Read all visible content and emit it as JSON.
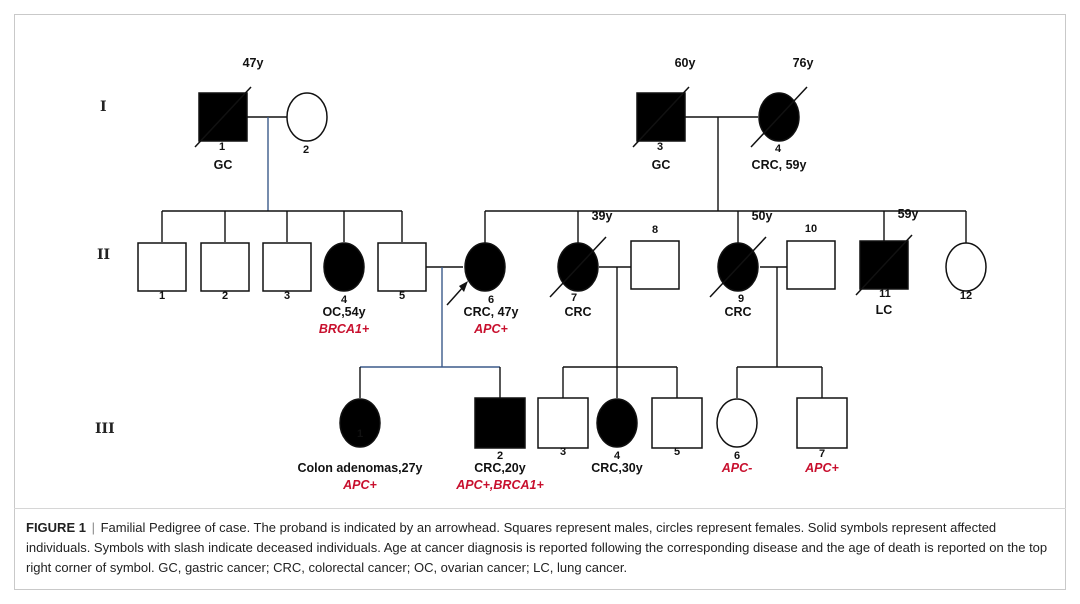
{
  "figure": {
    "label": "FIGURE 1",
    "separator": "|",
    "caption": "Familial Pedigree of case. The proband is indicated by an arrowhead. Squares represent males, circles represent females. Solid symbols represent affected individuals. Symbols with slash indicate deceased individuals. Age at cancer diagnosis is reported following the corresponding disease and the age of death is reported on the top right corner of symbol. GC, gastric cancer; CRC, colorectal cancer; OC, ovarian cancer; LC, lung cancer."
  },
  "generations": [
    "I",
    "II",
    "III"
  ],
  "individuals": {
    "I1": {
      "num": "1",
      "sex": "male",
      "affected": true,
      "deceased": true,
      "death_age": "47y",
      "label": "GC",
      "gene": ""
    },
    "I2": {
      "num": "2",
      "sex": "female",
      "affected": false,
      "deceased": false,
      "death_age": "",
      "label": "",
      "gene": ""
    },
    "I3": {
      "num": "3",
      "sex": "male",
      "affected": true,
      "deceased": true,
      "death_age": "60y",
      "label": "GC",
      "gene": ""
    },
    "I4": {
      "num": "4",
      "sex": "female",
      "affected": true,
      "deceased": true,
      "death_age": "76y",
      "label": "CRC, 59y",
      "gene": ""
    },
    "II1": {
      "num": "1",
      "sex": "male",
      "affected": false,
      "deceased": false,
      "death_age": "",
      "label": "",
      "gene": ""
    },
    "II2": {
      "num": "2",
      "sex": "male",
      "affected": false,
      "deceased": false,
      "death_age": "",
      "label": "",
      "gene": ""
    },
    "II3": {
      "num": "3",
      "sex": "male",
      "affected": false,
      "deceased": false,
      "death_age": "",
      "label": "",
      "gene": ""
    },
    "II4": {
      "num": "4",
      "sex": "female",
      "affected": true,
      "deceased": false,
      "death_age": "",
      "label": "OC,54y",
      "gene": "BRCA1+"
    },
    "II5": {
      "num": "5",
      "sex": "male",
      "affected": false,
      "deceased": false,
      "death_age": "",
      "label": "",
      "gene": ""
    },
    "II6": {
      "num": "6",
      "sex": "female",
      "affected": true,
      "deceased": false,
      "death_age": "",
      "label": "CRC, 47y",
      "gene": "APC+",
      "proband": true
    },
    "II7": {
      "num": "7",
      "sex": "female",
      "affected": true,
      "deceased": true,
      "death_age": "39y",
      "label": "CRC",
      "gene": ""
    },
    "II8": {
      "num": "8",
      "sex": "male",
      "affected": false,
      "deceased": false,
      "death_age": "",
      "label": "",
      "gene": ""
    },
    "II9": {
      "num": "9",
      "sex": "female",
      "affected": true,
      "deceased": true,
      "death_age": "50y",
      "label": "CRC",
      "gene": ""
    },
    "II10": {
      "num": "10",
      "sex": "male",
      "affected": false,
      "deceased": false,
      "death_age": "",
      "label": "",
      "gene": ""
    },
    "II11": {
      "num": "11",
      "sex": "male",
      "affected": true,
      "deceased": true,
      "death_age": "59y",
      "label": "LC",
      "gene": ""
    },
    "II12": {
      "num": "12",
      "sex": "female",
      "affected": false,
      "deceased": false,
      "death_age": "",
      "label": "",
      "gene": ""
    },
    "III1": {
      "num": "1",
      "sex": "female",
      "affected": true,
      "deceased": false,
      "death_age": "",
      "label": "Colon adenomas,27y",
      "gene": "APC+"
    },
    "III2": {
      "num": "2",
      "sex": "male",
      "affected": true,
      "deceased": false,
      "death_age": "",
      "label": "CRC,20y",
      "gene": "APC+,BRCA1+"
    },
    "III3": {
      "num": "3",
      "sex": "male",
      "affected": false,
      "deceased": false,
      "death_age": "",
      "label": "",
      "gene": ""
    },
    "III4": {
      "num": "4",
      "sex": "female",
      "affected": true,
      "deceased": false,
      "death_age": "",
      "label": "CRC,30y",
      "gene": ""
    },
    "III5": {
      "num": "5",
      "sex": "male",
      "affected": false,
      "deceased": false,
      "death_age": "",
      "label": "",
      "gene": ""
    },
    "III6": {
      "num": "6",
      "sex": "female",
      "affected": false,
      "deceased": false,
      "death_age": "",
      "label": "",
      "gene": "APC-"
    },
    "III7": {
      "num": "7",
      "sex": "male",
      "affected": false,
      "deceased": false,
      "death_age": "",
      "label": "",
      "gene": "APC+"
    }
  },
  "colors": {
    "line": "#111111",
    "link": "#3b5a8a",
    "gene": "#c8102e"
  }
}
